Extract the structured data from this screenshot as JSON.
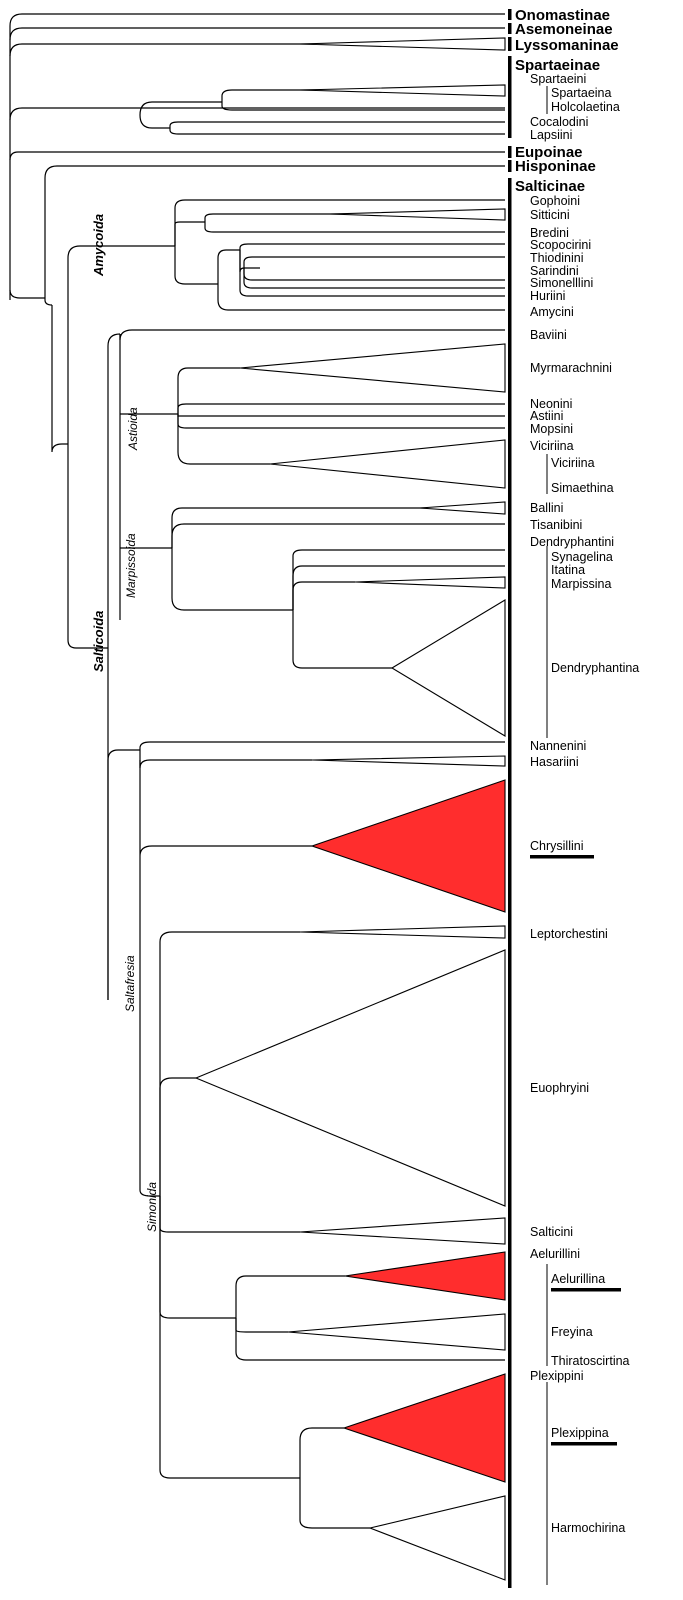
{
  "subfamilies": [
    {
      "key": "onomastinae",
      "label": "Onomastinae"
    },
    {
      "key": "asemoneinae",
      "label": "Asemoneinae"
    },
    {
      "key": "lyssomaninae",
      "label": "Lyssomaninae"
    },
    {
      "key": "spartaeinae",
      "label": "Spartaeinae"
    },
    {
      "key": "eupoinae",
      "label": "Eupoinae"
    },
    {
      "key": "hisponinae",
      "label": "Hisponinae"
    },
    {
      "key": "salticinae",
      "label": "Salticinae"
    }
  ],
  "tribes": [
    {
      "key": "spartaeini",
      "label": "Spartaeini"
    },
    {
      "key": "cocalodini",
      "label": "Cocalodini"
    },
    {
      "key": "lapsiini",
      "label": "Lapsiini"
    },
    {
      "key": "gophoini",
      "label": "Gophoini"
    },
    {
      "key": "sitticini",
      "label": "Sitticini"
    },
    {
      "key": "bredini",
      "label": "Bredini"
    },
    {
      "key": "scopocirini",
      "label": "Scopocirini"
    },
    {
      "key": "thiodinini",
      "label": "Thiodinini"
    },
    {
      "key": "sarindini",
      "label": "Sarindini"
    },
    {
      "key": "simonellini",
      "label": "Simonelllini"
    },
    {
      "key": "huriini",
      "label": "Huriini"
    },
    {
      "key": "amycini",
      "label": "Amycini"
    },
    {
      "key": "baviini",
      "label": "Baviini"
    },
    {
      "key": "myrmarachnini",
      "label": "Myrmarachnini"
    },
    {
      "key": "neonini",
      "label": "Neonini"
    },
    {
      "key": "astiini",
      "label": "Astiini"
    },
    {
      "key": "mopsini",
      "label": "Mopsini"
    },
    {
      "key": "viciriina_tribe",
      "label": "Viciriina"
    },
    {
      "key": "ballini",
      "label": "Ballini"
    },
    {
      "key": "tisanibini",
      "label": "Tisanibini"
    },
    {
      "key": "dendryphantini",
      "label": "Dendryphantini"
    },
    {
      "key": "nannenini",
      "label": "Nannenini"
    },
    {
      "key": "hasariini",
      "label": "Hasariini"
    },
    {
      "key": "chrysillini",
      "label": "Chrysillini"
    },
    {
      "key": "leptorchestini",
      "label": "Leptorchestini"
    },
    {
      "key": "euophryini",
      "label": "Euophryini"
    },
    {
      "key": "salticini",
      "label": "Salticini"
    },
    {
      "key": "aelurillini",
      "label": "Aelurillini"
    },
    {
      "key": "plexippini",
      "label": "Plexippini"
    }
  ],
  "subtribes": [
    {
      "key": "spartaeina",
      "label": "Spartaeina"
    },
    {
      "key": "holcolaetina",
      "label": "Holcolaetina"
    },
    {
      "key": "viciriina",
      "label": "Viciriina"
    },
    {
      "key": "simaethina",
      "label": "Simaethina"
    },
    {
      "key": "synagelina",
      "label": "Synagelina"
    },
    {
      "key": "itatina",
      "label": "Itatina"
    },
    {
      "key": "marpissina",
      "label": "Marpissina"
    },
    {
      "key": "dendryphantina",
      "label": "Dendryphantina"
    },
    {
      "key": "aelurillina",
      "label": "Aelurillina"
    },
    {
      "key": "freyina",
      "label": "Freyina"
    },
    {
      "key": "thiratoscirtina",
      "label": "Thiratoscirtina"
    },
    {
      "key": "plexippina",
      "label": "Plexippina"
    },
    {
      "key": "harmochirina",
      "label": "Harmochirina"
    }
  ],
  "clades": {
    "amycoida": "Amycoida",
    "salticoida": "Salticoida",
    "astioida": "Astioida",
    "marpissoida": "Marpissoida",
    "saltafresia": "Saltafresia",
    "simonida": "Simonida"
  },
  "colors": {
    "highlight": "#ff2d2d",
    "line": "#000000",
    "background": "#ffffff"
  },
  "highlighted_taxa": [
    "Chrysillini",
    "Aelurillina",
    "Plexippina"
  ]
}
